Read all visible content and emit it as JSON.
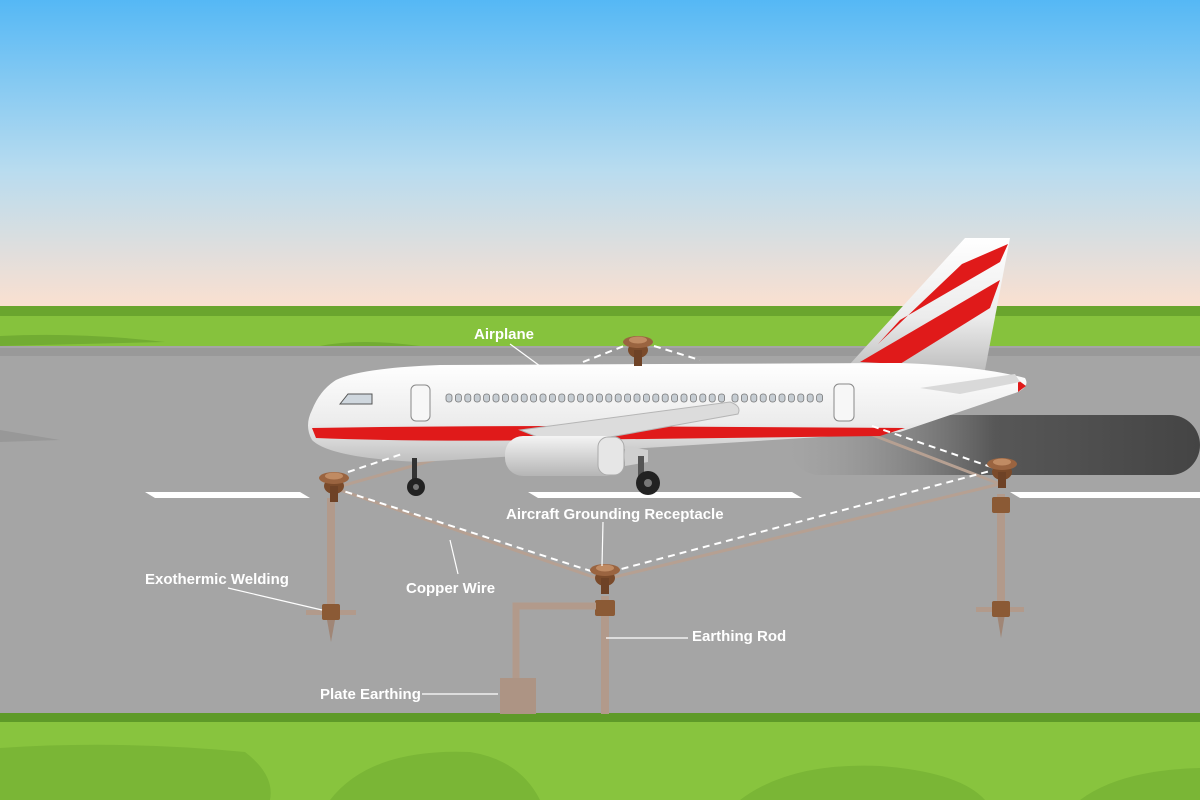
{
  "labels": {
    "airplane": "Airplane",
    "receptacle": "Aircraft Grounding Receptacle",
    "copper_wire": "Copper Wire",
    "welding": "Exothermic Welding",
    "earthing_rod": "Earthing Rod",
    "plate_earthing": "Plate Earthing"
  },
  "colors": {
    "sky_top": "#55b8f5",
    "sky_bottom": "#fde0cf",
    "grass": "#8cc63e",
    "tarmac": "#a3a3a3",
    "runway_mark": "#ffffff",
    "livery_red": "#e01a1a",
    "fuselage": "#f2f2f2",
    "copper": "#8b5a35",
    "wire": "#b7a297"
  },
  "icons": [
    "airplane-illustration",
    "grounding-receptacle-icon",
    "earthing-rod-icon",
    "plate-earthing-icon"
  ]
}
